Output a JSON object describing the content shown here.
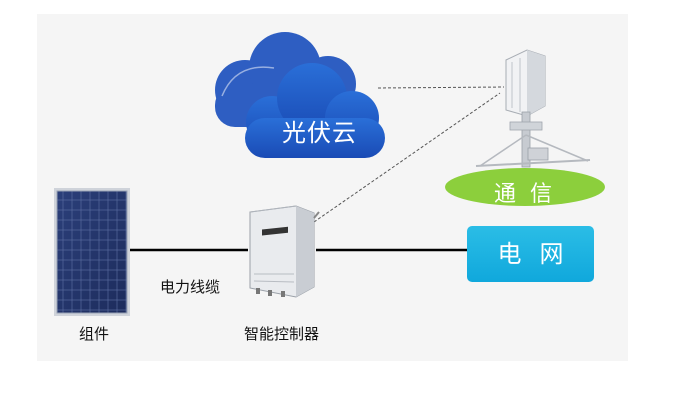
{
  "nodes": {
    "cloud": {
      "label": "光伏云"
    },
    "communication": {
      "label": "通信"
    },
    "grid": {
      "label": "电网"
    },
    "module": {
      "label": "组件"
    },
    "controller": {
      "label": "智能控制器"
    }
  },
  "edges": {
    "power_cable": {
      "label": "电力线缆"
    }
  },
  "colors": {
    "cloud_blue": "#1f56c4",
    "grid_blue": "#18b0e0",
    "comm_green": "#8ccf3c"
  }
}
